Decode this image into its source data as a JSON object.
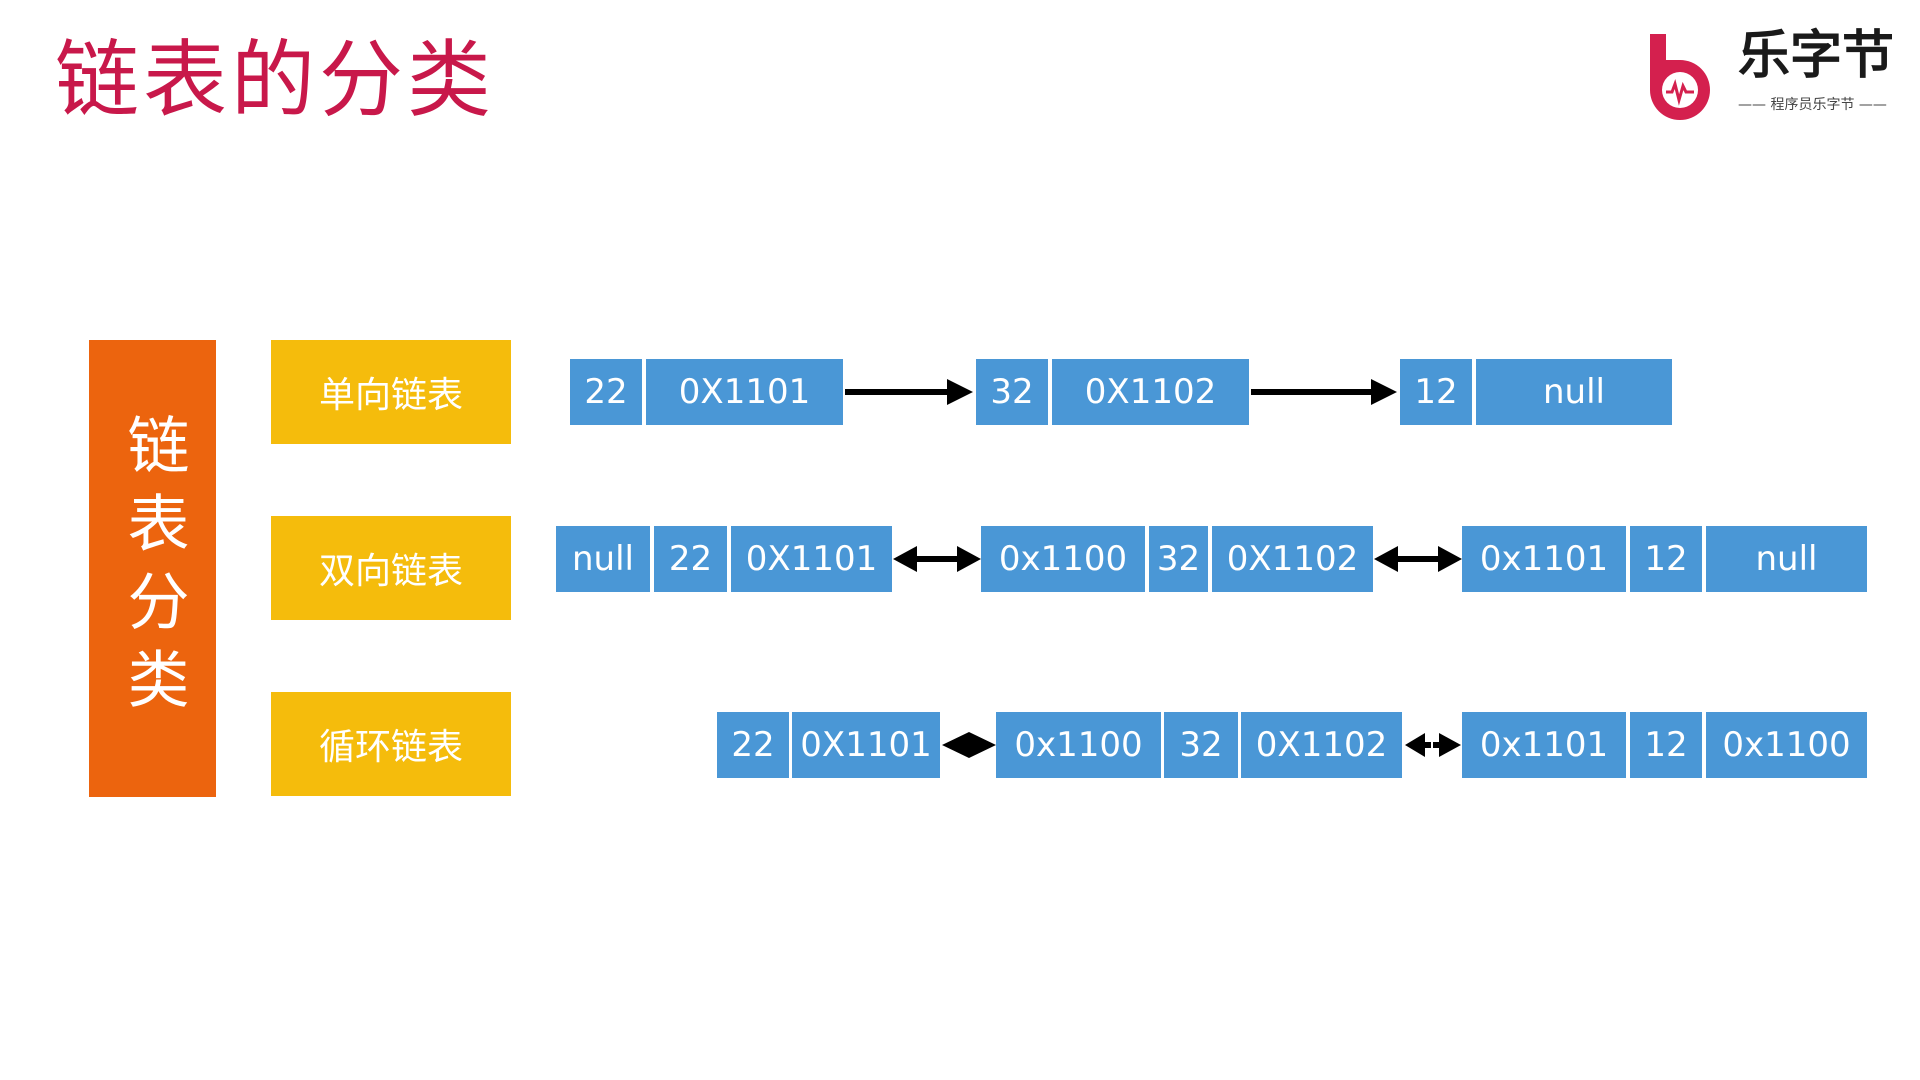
{
  "title": "链表的分类",
  "logo": {
    "name": "乐字节",
    "sub": "—— 程序员乐字节 ——"
  },
  "vertical_label": "链表分类",
  "categories": [
    {
      "label": "单向链表"
    },
    {
      "label": "双向链表"
    },
    {
      "label": "循环链表"
    }
  ],
  "singly": {
    "n1": {
      "data": "22",
      "next": "0X1101"
    },
    "n2": {
      "data": "32",
      "next": "0X1102"
    },
    "n3": {
      "data": "12",
      "next": "null"
    }
  },
  "doubly": {
    "n1": {
      "prev": "null",
      "data": "22",
      "next": "0X1101"
    },
    "n2": {
      "prev": "0x1100",
      "data": "32",
      "next": "0X1102"
    },
    "n3": {
      "prev": "0x1101",
      "data": "12",
      "next": "null"
    }
  },
  "circular": {
    "n1": {
      "data": "22",
      "next": "0X1101"
    },
    "n2": {
      "prev": "0x1100",
      "data": "32",
      "next": "0X1102"
    },
    "n3": {
      "prev": "0x1101",
      "data": "12",
      "next": "0x1100"
    }
  },
  "colors": {
    "title": "#c8184a",
    "vertical_bar": "#ec640e",
    "category": "#f5bc0c",
    "cell": "#4a97d6"
  }
}
